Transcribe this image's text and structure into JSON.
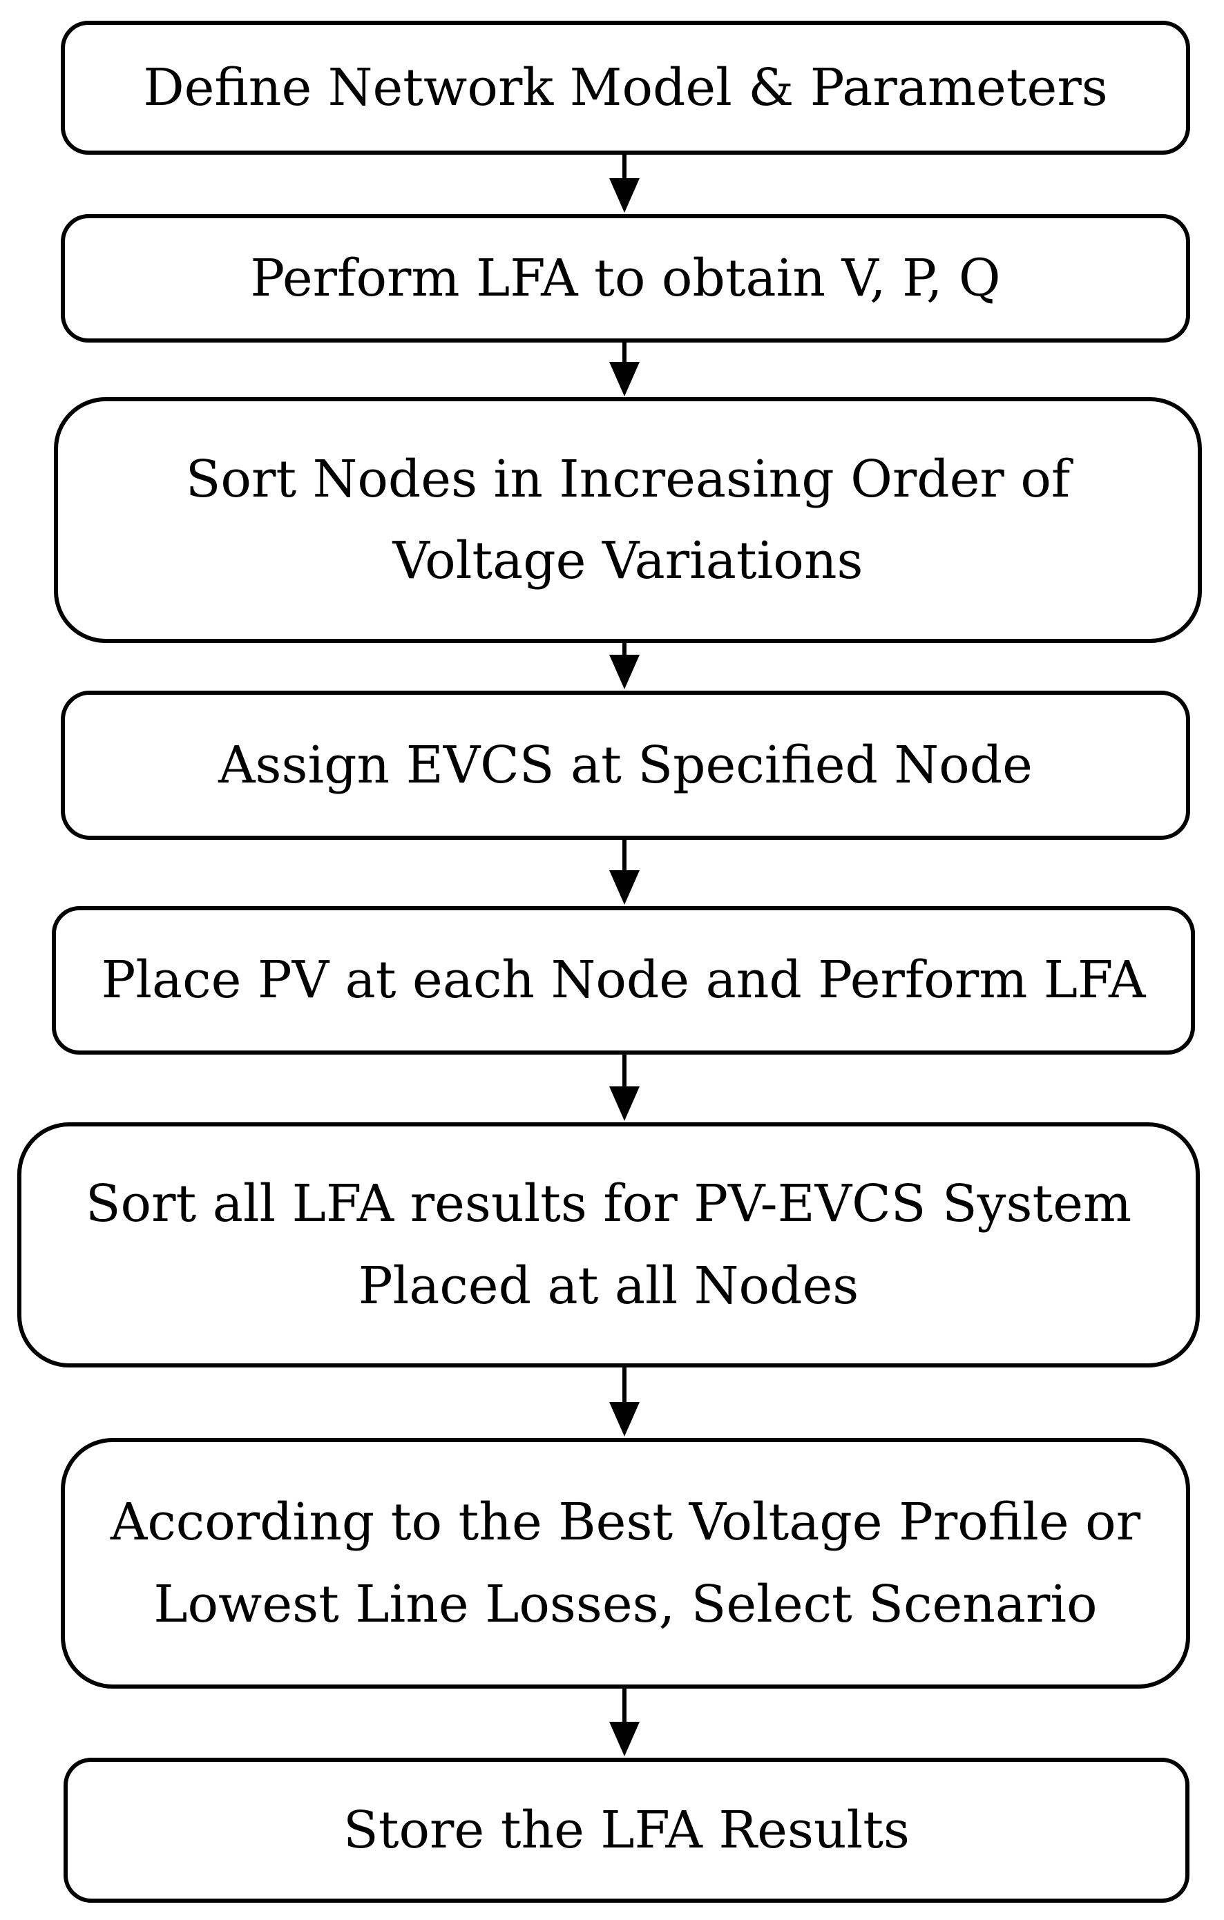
{
  "steps": [
    {
      "lines": [
        "Define Network Model & Parameters"
      ]
    },
    {
      "lines": [
        "Perform LFA to obtain V, P, Q"
      ]
    },
    {
      "lines": [
        "Sort Nodes in Increasing Order of",
        "Voltage Variations"
      ]
    },
    {
      "lines": [
        "Assign EVCS at Specified Node"
      ]
    },
    {
      "lines": [
        "Place PV at each Node and Perform LFA"
      ]
    },
    {
      "lines": [
        "Sort all LFA results for PV-EVCS System",
        "Placed at all Nodes"
      ]
    },
    {
      "lines": [
        "According to the Best Voltage Profile or",
        "Lowest Line Losses, Select Scenario"
      ]
    },
    {
      "lines": [
        "Store the LFA Results"
      ]
    }
  ],
  "colors": {
    "stroke": "#000000",
    "background": "#ffffff"
  }
}
